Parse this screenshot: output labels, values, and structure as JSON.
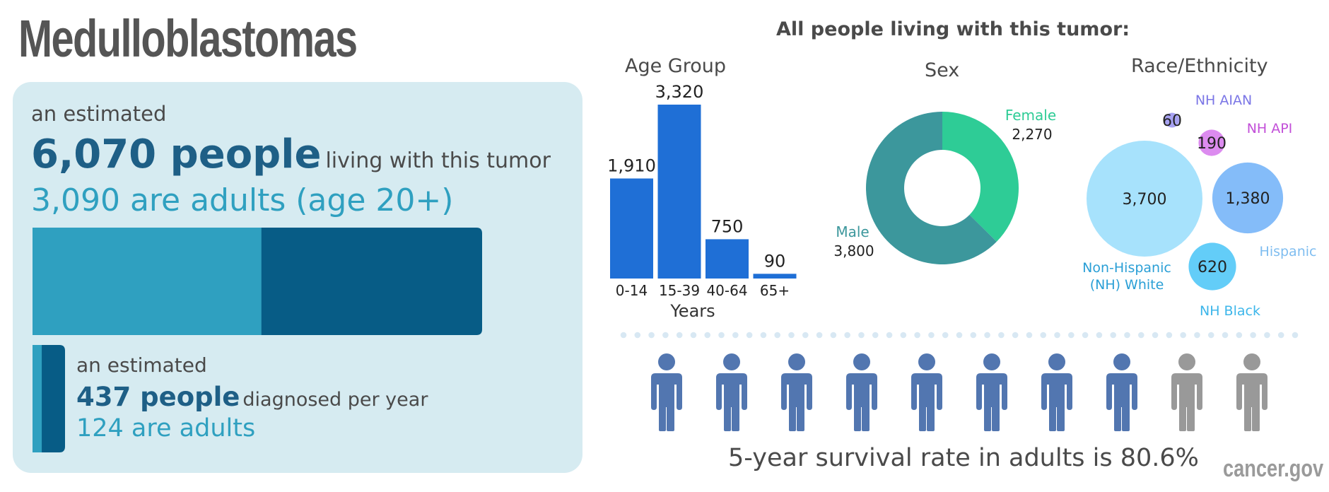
{
  "title": "Medulloblastomas",
  "summary": {
    "estimated_label": "an estimated",
    "prevalence_number": "6,070 people",
    "prevalence_suffix": "living with this tumor",
    "prevalence_adults": "3,090 are adults (age 20+)",
    "prevalence_total": 6070,
    "prevalence_adult_count": 3090,
    "incidence_label": "an estimated",
    "incidence_number": "437 people",
    "incidence_suffix": "diagnosed per year",
    "incidence_adults": "124 are adults",
    "incidence_total": 437,
    "incidence_adult_count": 124,
    "colors": {
      "adult": "#2fa0c0",
      "child": "#075c86"
    }
  },
  "headline": "All people living with this tumor:",
  "chart_data": [
    {
      "type": "bar",
      "title": "Age Group",
      "xlabel": "Years",
      "categories": [
        "0-14",
        "15-39",
        "40-64",
        "65+"
      ],
      "values": [
        1910,
        3320,
        750,
        90
      ],
      "value_labels": [
        "1,910",
        "3,320",
        "750",
        "90"
      ],
      "ylim": [
        0,
        3320
      ],
      "color": "#1f6fd6"
    },
    {
      "type": "pie",
      "title": "Sex",
      "donut": true,
      "labels": [
        "Female",
        "Male"
      ],
      "values": [
        2270,
        3800
      ],
      "value_labels": [
        "2,270",
        "3,800"
      ],
      "colors": [
        "#2ecc96",
        "#3c979c"
      ],
      "label_colors": [
        "#2ecc96",
        "#3c979c"
      ]
    },
    {
      "type": "scatter",
      "title": "Race/Ethnicity",
      "bubble": true,
      "labels": [
        "NH AIAN",
        "NH API",
        "Non-Hispanic (NH) White",
        "Hispanic",
        "NH Black"
      ],
      "label_lines": [
        [
          "NH AIAN"
        ],
        [
          "NH API"
        ],
        [
          "Non-Hispanic",
          "(NH) White"
        ],
        [
          "Hispanic"
        ],
        [
          "NH Black"
        ]
      ],
      "values": [
        60,
        190,
        3700,
        1380,
        620
      ],
      "value_labels": [
        "60",
        "190",
        "3,700",
        "1,380",
        "620"
      ],
      "colors": [
        "#a7a2f2",
        "#dc8bef",
        "#a7e2fc",
        "#84bcf9",
        "#63cdf8"
      ],
      "label_colors": [
        "#7b76e6",
        "#c24fd8",
        "#2a9fd6",
        "#7fbdf0",
        "#3cb6ea"
      ]
    }
  ],
  "survival": {
    "text": "5-year survival rate in adults is 80.6%",
    "rate_percent": 80.6,
    "figures_total": 10,
    "figures_highlighted": 8,
    "colors": {
      "highlight": "#5276b0",
      "rest": "#999999",
      "dots": "#d8e8f3"
    }
  },
  "logo": "cancer.gov"
}
